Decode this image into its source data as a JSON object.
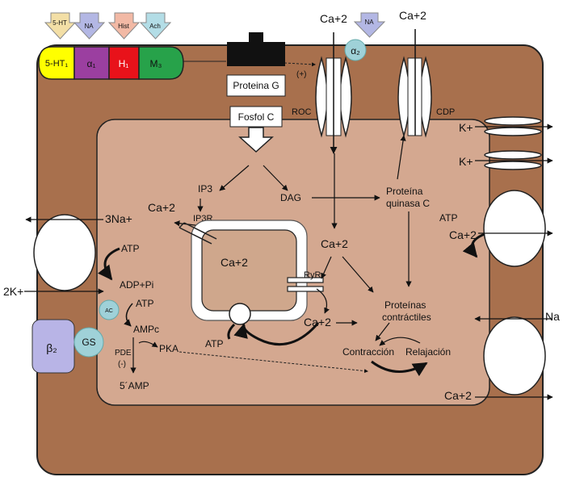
{
  "colors": {
    "cell_outer": "#a8704d",
    "cytoplasm": "#d4a890",
    "reticulum": "#cfa78c",
    "receptor_yellow": "#ffff00",
    "receptor_purple": "#9b3fa0",
    "receptor_red": "#e8121a",
    "receptor_green": "#27a24a",
    "ligand_5ht": "#f3dfa6",
    "ligand_na": "#b3b7e4",
    "ligand_hist": "#f2b9a5",
    "ligand_ach": "#b3dde6",
    "alpha2_circle": "#9fd1d8",
    "gs_circle": "#9fd1d8",
    "beta2_box": "#b8b4e6"
  },
  "ligands": {
    "ht5": "5-HT",
    "na": "NA",
    "hist": "Hist",
    "ach": "Ach",
    "na_alpha2": "NA"
  },
  "receptors": {
    "ht1": "5-HT₁",
    "alpha1": "α₁",
    "h1": "H₁",
    "m3": "M₃",
    "alpha2": "α₂",
    "beta2": "β₂",
    "gs": "GS",
    "ac": "AC"
  },
  "boxes": {
    "proteina_g": "Proteina G",
    "fosfol_c": "Fosfol C"
  },
  "channels": {
    "ca_roc": "Ca+2",
    "ca_cdp": "Ca+2",
    "roc": "ROC",
    "cdp": "CDP",
    "plus": "(+)"
  },
  "pumps": {
    "k1": "K+",
    "k2": "K+",
    "na3": "3Na+",
    "k2out": "2K+",
    "atp_pump": "ATP",
    "adp": "ADP+Pi",
    "atp_exch": "ATP",
    "ca_exch": "Ca+2",
    "na_right": "Na",
    "ca_out": "Ca+2"
  },
  "pathway": {
    "ip3": "IP3",
    "dag": "DAG",
    "ca_ip3": "Ca+2",
    "ip3r": "IP3R",
    "ca_sr": "Ca+2",
    "ryr": "RyR",
    "atp_serca": "ATP",
    "ca_mid": "Ca+2",
    "ca_low": "Ca+2",
    "pkc_line1": "Proteína",
    "pkc_line2": "quinasa C",
    "contr_line1": "Proteínas",
    "contr_line2": "contráctiles",
    "contraccion": "Contracción",
    "relajacion": "Relajación",
    "atp_ac": "ATP",
    "ampc": "AMPc",
    "pde": "PDE",
    "neg": "(-)",
    "pka": "PKA",
    "amp5": "5´AMP"
  }
}
